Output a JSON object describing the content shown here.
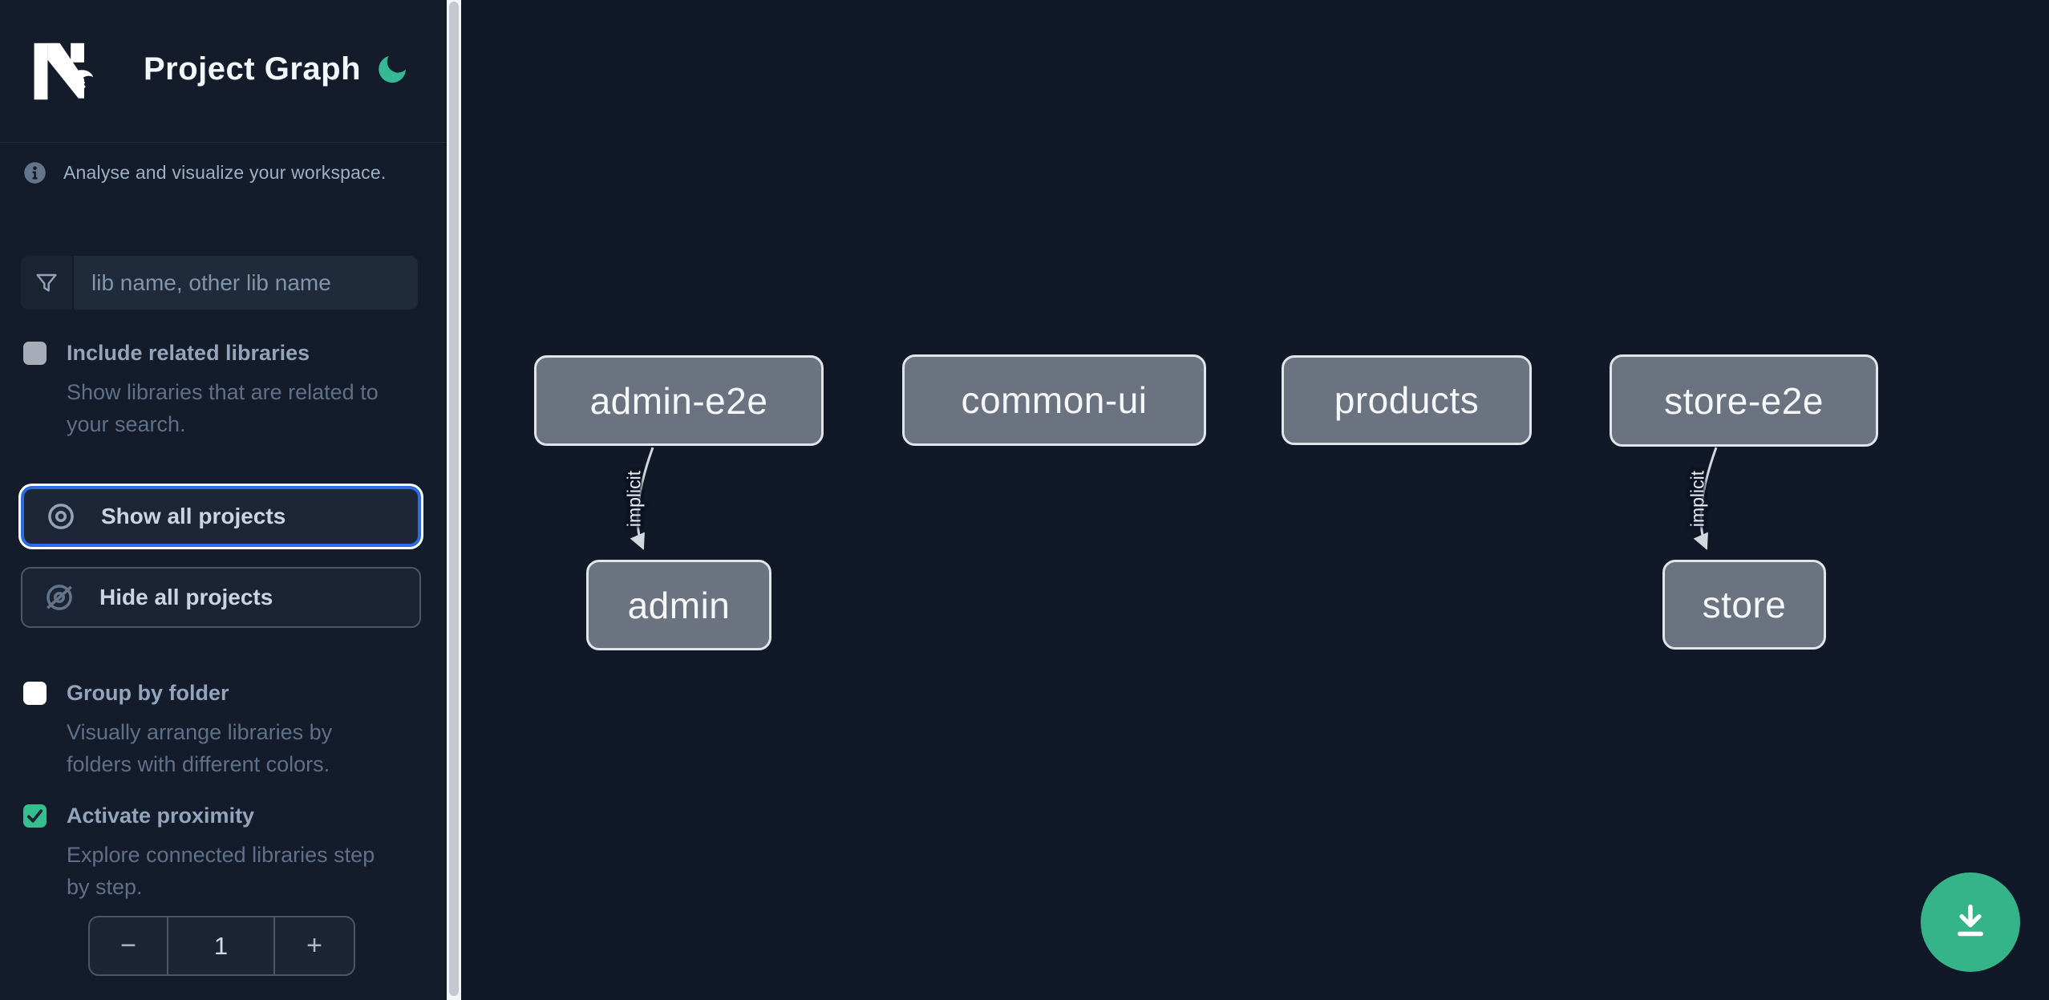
{
  "header": {
    "title": "Project Graph",
    "logo": "Nx",
    "theme_icon": "moon"
  },
  "sidebar": {
    "info_text": "Analyse and visualize your workspace.",
    "search": {
      "placeholder": "lib name, other lib name",
      "value": ""
    },
    "options": [
      {
        "label": "Include related libraries",
        "description": "Show libraries that are related to\nyour search.",
        "checked": false
      },
      {
        "label": "Group by folder",
        "description": "Visually arrange libraries by\nfolders with different colors.",
        "checked": false
      },
      {
        "label": "Activate proximity",
        "description": "Explore connected libraries step\nby step.",
        "checked": true
      }
    ],
    "buttons": {
      "show_all": "Show all projects",
      "hide_all": "Hide all projects"
    },
    "stepper": {
      "decrement": "−",
      "value": "1",
      "increment": "+"
    }
  },
  "graph": {
    "nodes": [
      {
        "label": "admin-e2e"
      },
      {
        "label": "common-ui"
      },
      {
        "label": "products"
      },
      {
        "label": "store-e2e"
      },
      {
        "label": "admin"
      },
      {
        "label": "store"
      }
    ],
    "edges": [
      {
        "source": "admin-e2e",
        "target": "admin",
        "label": "implicit"
      },
      {
        "source": "store-e2e",
        "target": "store",
        "label": "implicit"
      }
    ]
  },
  "fab": {
    "action": "download graph image"
  },
  "colors": {
    "sidebar_bg": "#141b2b",
    "canvas_bg": "#111827",
    "accent_green": "#35b389",
    "moon_green": "#35b993",
    "focus_blue": "#2d6be3",
    "node_fill": "#6b7280",
    "node_border": "#e2e5ea",
    "edge": "#d3d7de",
    "checkbox_checked": "#33c08e"
  }
}
